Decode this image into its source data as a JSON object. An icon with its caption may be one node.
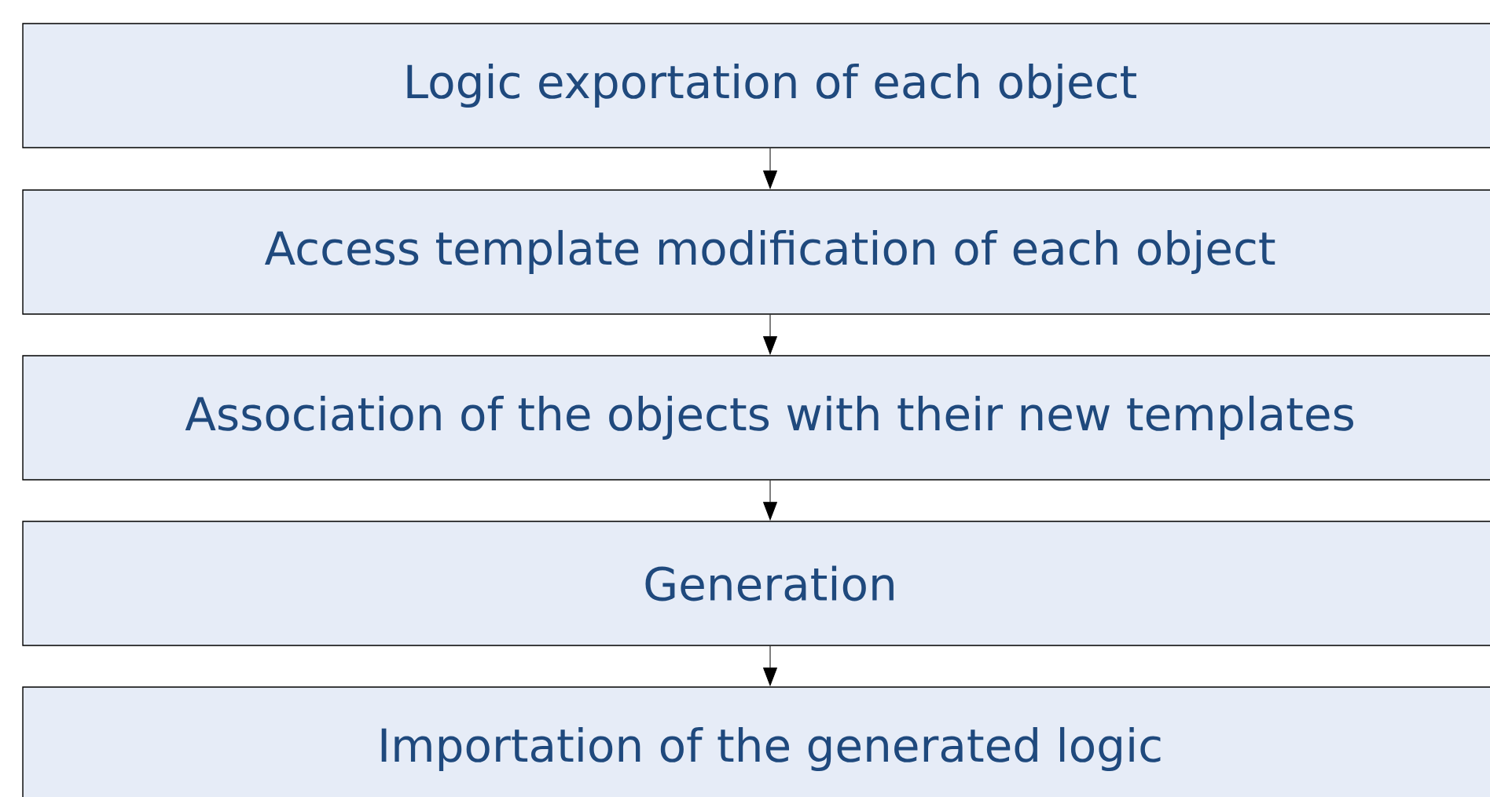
{
  "diagram": {
    "nodes": [
      {
        "text": [
          "Logic exportation of each object"
        ]
      },
      {
        "text": [
          "Access template modification of each object"
        ]
      },
      {
        "text": [
          "Association of the objects with their new templates"
        ]
      },
      {
        "text": [
          "Generation"
        ]
      },
      {
        "text": [
          "Importation of the generated logic"
        ]
      }
    ],
    "edges": [
      {
        "from": 0,
        "to": 1,
        "arrow": "to"
      },
      {
        "from": 1,
        "to": 2,
        "arrow": "to"
      },
      {
        "from": 2,
        "to": 3,
        "arrow": "to"
      },
      {
        "from": 3,
        "to": 4,
        "arrow": "to"
      }
    ]
  }
}
